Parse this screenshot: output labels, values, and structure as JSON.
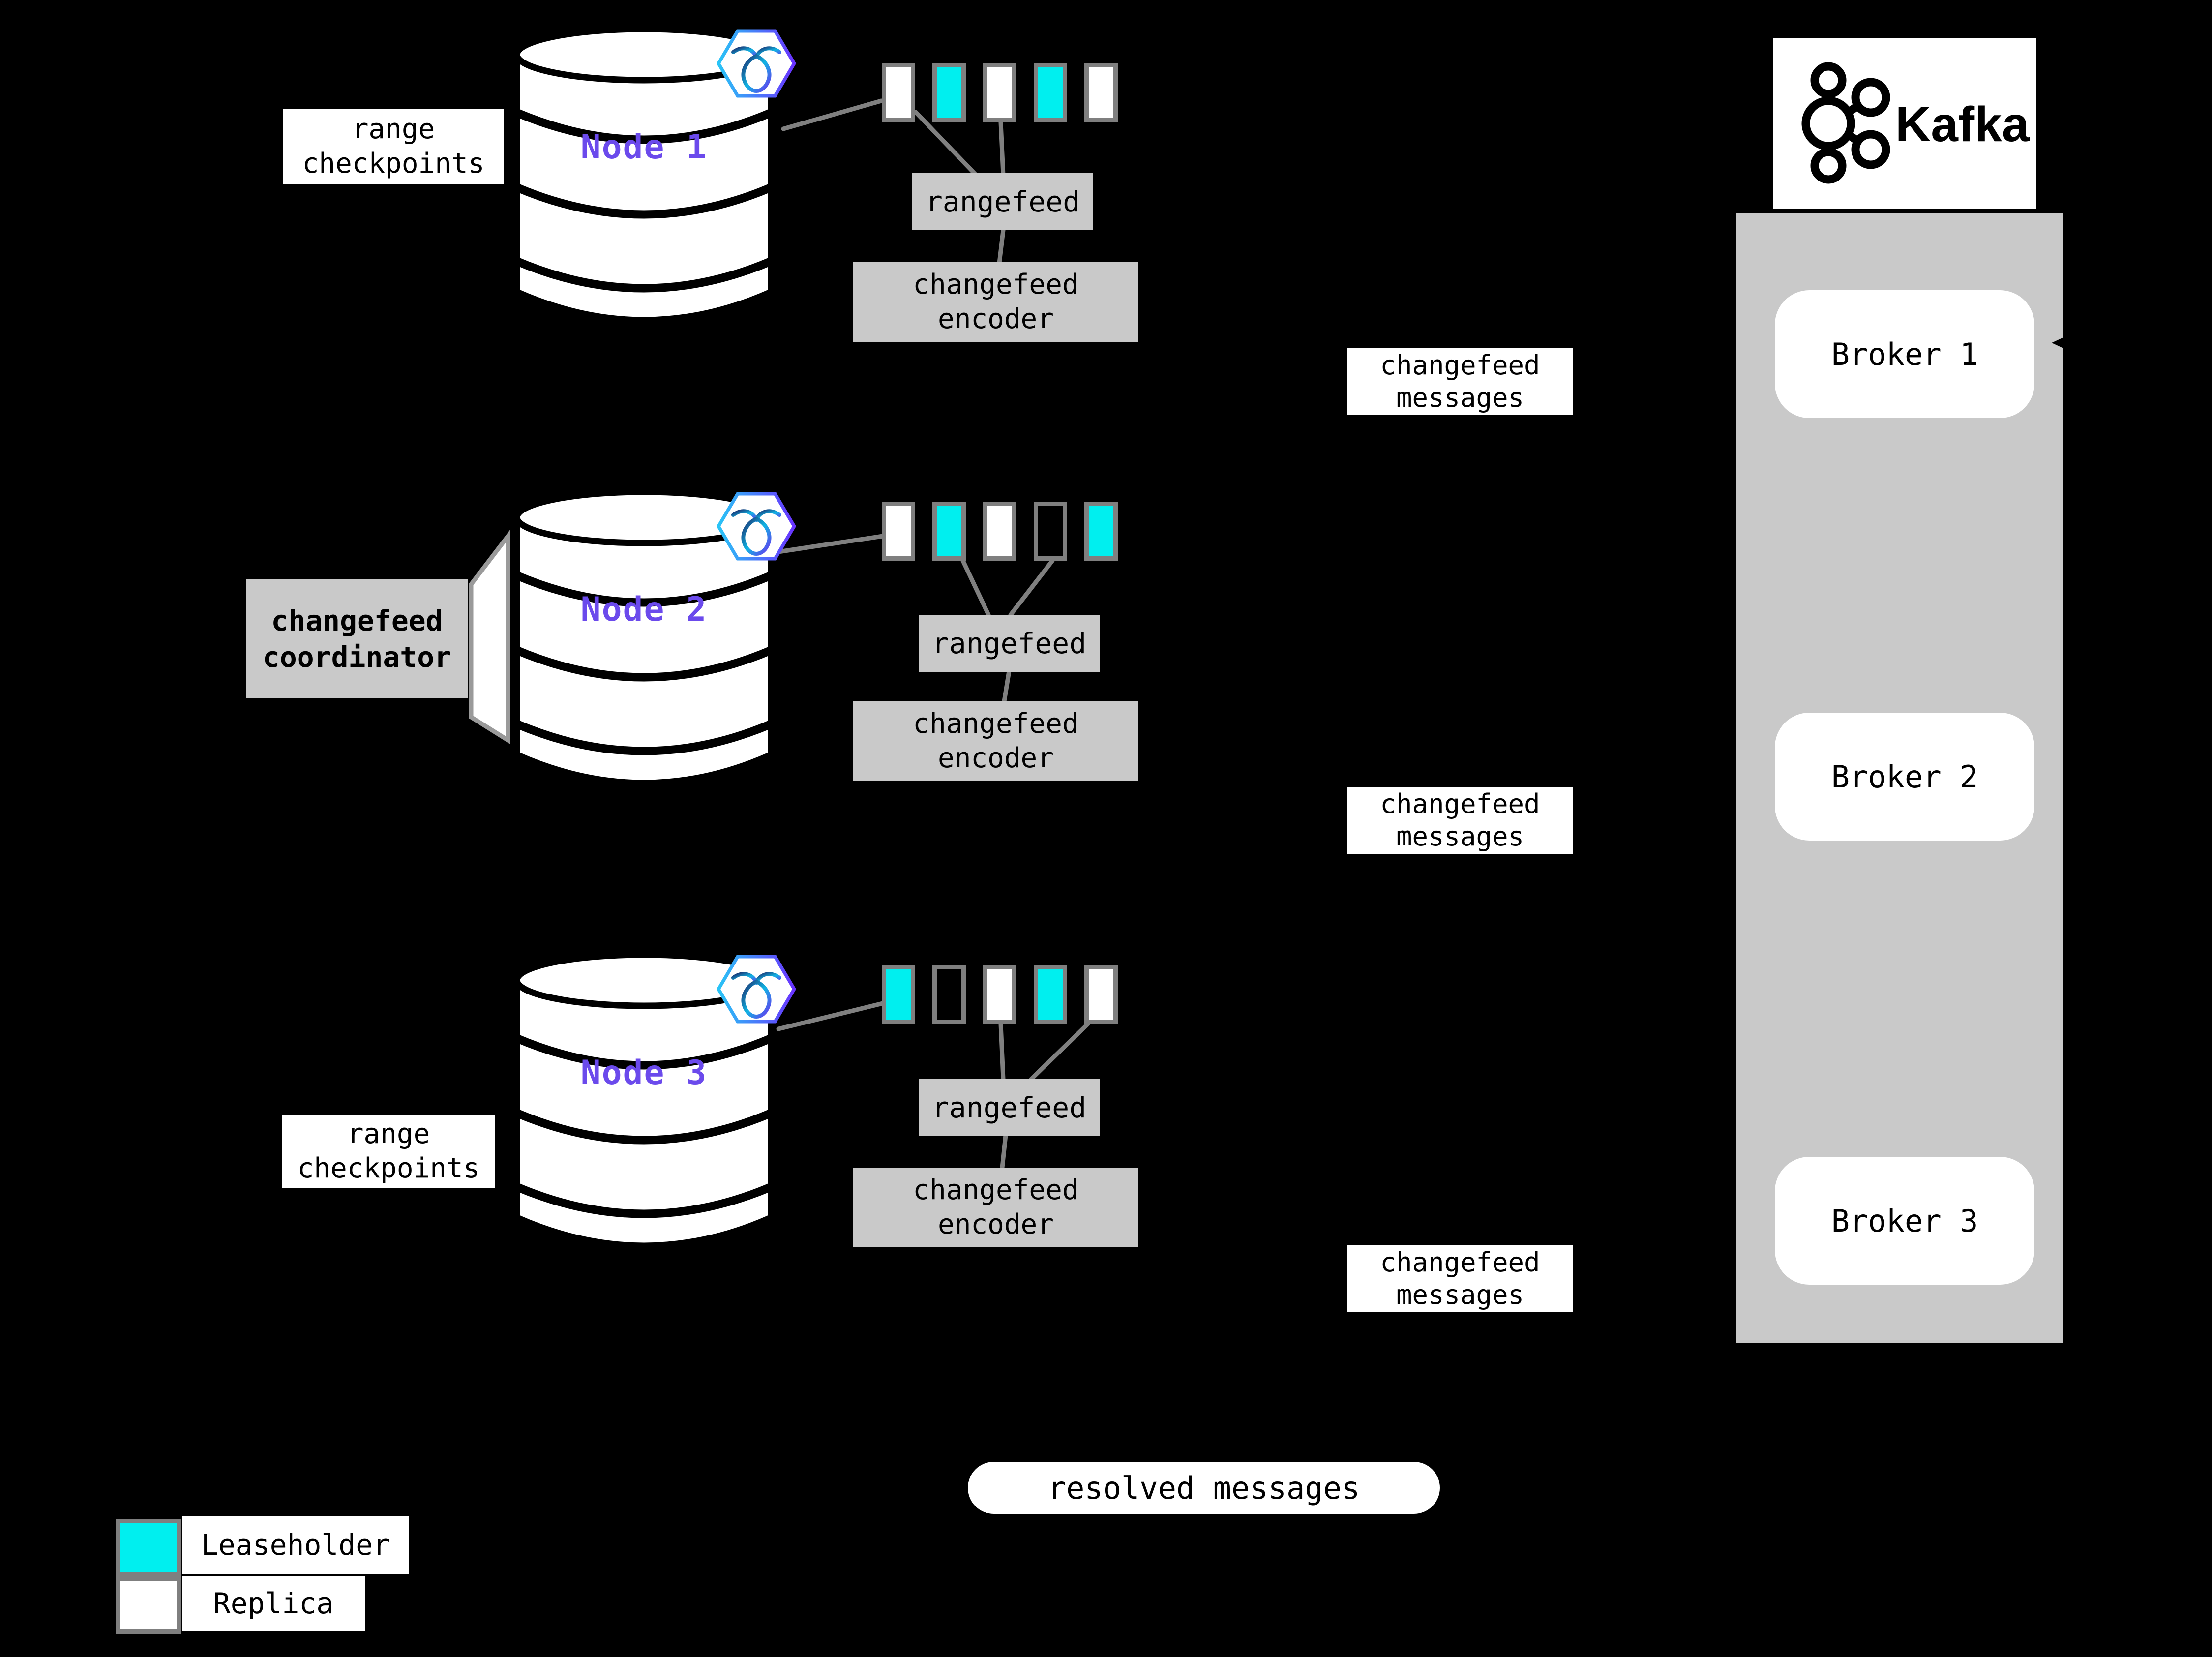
{
  "nodes": [
    {
      "name": "Node 1",
      "side_label": "range\ncheckpoints",
      "rangefeed": "rangefeed",
      "encoder": "changefeed\nencoder",
      "messages": "changefeed\nmessages",
      "ranges": [
        "replica",
        "leaseholder",
        "replica",
        "leaseholder",
        "replica"
      ]
    },
    {
      "name": "Node 2",
      "side_label": "changefeed\ncoordinator",
      "rangefeed": "rangefeed",
      "encoder": "changefeed\nencoder",
      "messages": "changefeed\nmessages",
      "ranges": [
        "replica",
        "leaseholder",
        "replica",
        "empty",
        "leaseholder"
      ]
    },
    {
      "name": "Node 3",
      "side_label": "range\ncheckpoints",
      "rangefeed": "rangefeed",
      "encoder": "changefeed\nencoder",
      "messages": "changefeed\nmessages",
      "ranges": [
        "leaseholder",
        "empty",
        "replica",
        "leaseholder",
        "replica"
      ]
    }
  ],
  "kafka": {
    "logo_label": "Kafka",
    "brokers": [
      {
        "label": "Broker 1"
      },
      {
        "label": "Broker 2"
      },
      {
        "label": "Broker 3"
      }
    ]
  },
  "resolved_messages_label": "resolved messages",
  "legend": [
    {
      "type": "leaseholder",
      "label": "Leaseholder"
    },
    {
      "type": "replica",
      "label": "Replica"
    }
  ],
  "colors": {
    "background": "#000000",
    "leaseholder_fill": "#00EFEF",
    "replica_fill": "#FFFFFF",
    "panel_gray": "#C9C9C9",
    "connector_gray": "#808080",
    "node_name_purple": "#6B4AEC",
    "square_border_gray": "#7F7F7F"
  }
}
